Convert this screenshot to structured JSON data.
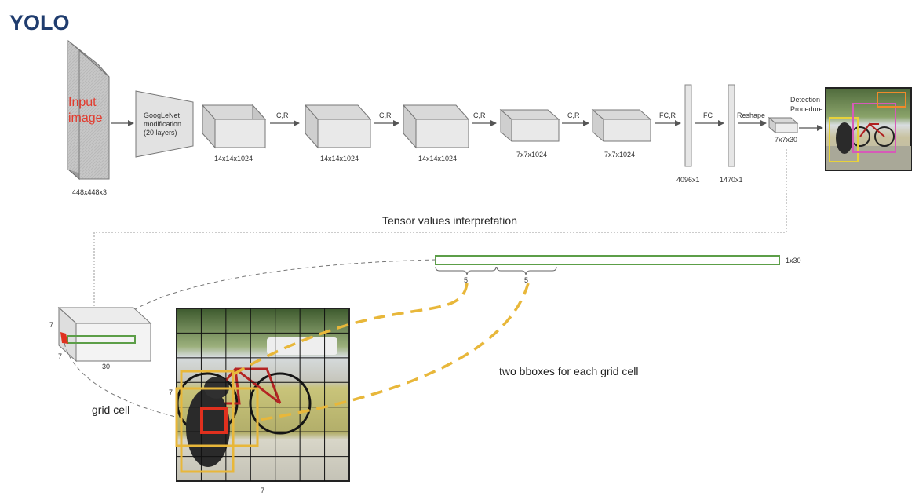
{
  "page": {
    "title": "YOLO"
  },
  "colors": {
    "title": "#1f3c6e",
    "input_text": "#e23b2e",
    "green": "#5c9e48",
    "yellow": "#e8b73a",
    "red": "#e0301e"
  },
  "network": {
    "input": {
      "label_line1": "Input",
      "label_line2": "image",
      "size": "448x448x3"
    },
    "googlenet": {
      "line1": "GoogLeNet",
      "line2": "modification",
      "line3": "(20 layers)"
    },
    "blocks": [
      {
        "size": "14x14x1024"
      },
      {
        "size": "14x14x1024"
      },
      {
        "size": "14x14x1024"
      },
      {
        "size": "7x7x1024"
      },
      {
        "size": "7x7x1024"
      }
    ],
    "ops": [
      "C,R",
      "C,R",
      "C,R",
      "C,R",
      "FC,R",
      "FC",
      "Reshape"
    ],
    "fc_layers": [
      {
        "size": "4096x1"
      },
      {
        "size": "1470x1"
      }
    ],
    "output_tensor": {
      "size": "7x7x30"
    },
    "detection": {
      "line1": "Detection",
      "line2": "Procedure"
    }
  },
  "interpretation": {
    "heading": "Tensor values interpretation",
    "vector_label": "1x30",
    "brace_labels": [
      "5",
      "5"
    ],
    "cube_dims": {
      "height": "7",
      "depth": "7",
      "width": "30"
    },
    "grid_dims": {
      "side": "7",
      "bottom": "7"
    },
    "grid_cell_label": "grid cell",
    "bbox_caption": "two bboxes for each grid cell"
  }
}
